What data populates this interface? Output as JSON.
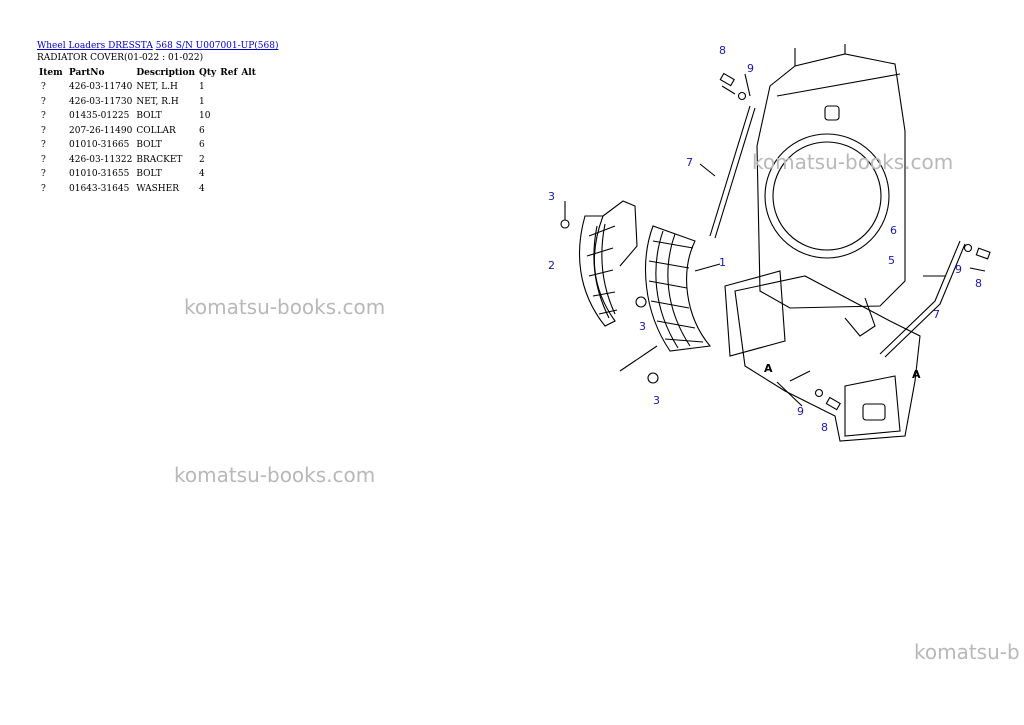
{
  "breadcrumb": {
    "link1": "Wheel Loaders DRESSTA",
    "link2": "568 S/N U007001-UP(568)"
  },
  "subtitle": "RADIATOR COVER(01-022 : 01-022)",
  "table": {
    "headers": [
      "Item",
      "PartNo",
      "Description",
      "Qty",
      "Ref",
      "Alt"
    ],
    "rows": [
      {
        "item": "?",
        "part": "426-03-11740",
        "desc": "NET, L.H",
        "qty": "1"
      },
      {
        "item": "?",
        "part": "426-03-11730",
        "desc": "NET, R.H",
        "qty": "1"
      },
      {
        "item": "?",
        "part": "01435-01225",
        "desc": "BOLT",
        "qty": "10"
      },
      {
        "item": "?",
        "part": "207-26-11490",
        "desc": "COLLAR",
        "qty": "6"
      },
      {
        "item": "?",
        "part": "01010-31665",
        "desc": "BOLT",
        "qty": "6"
      },
      {
        "item": "?",
        "part": "426-03-11322",
        "desc": "BRACKET",
        "qty": "2"
      },
      {
        "item": "?",
        "part": "01010-31655",
        "desc": "BOLT",
        "qty": "4"
      },
      {
        "item": "?",
        "part": "01643-31645",
        "desc": "WASHER",
        "qty": "4"
      }
    ]
  },
  "watermarks": [
    "komatsu-books.com",
    "komatsu-books.com",
    "komatsu-books.com",
    "komatsu-b"
  ],
  "diagram": {
    "callouts": [
      "8",
      "9",
      "7",
      "3",
      "2",
      "1",
      "3",
      "3",
      "6",
      "5",
      "9",
      "8",
      "7",
      "A",
      "A",
      "9",
      "8"
    ]
  }
}
